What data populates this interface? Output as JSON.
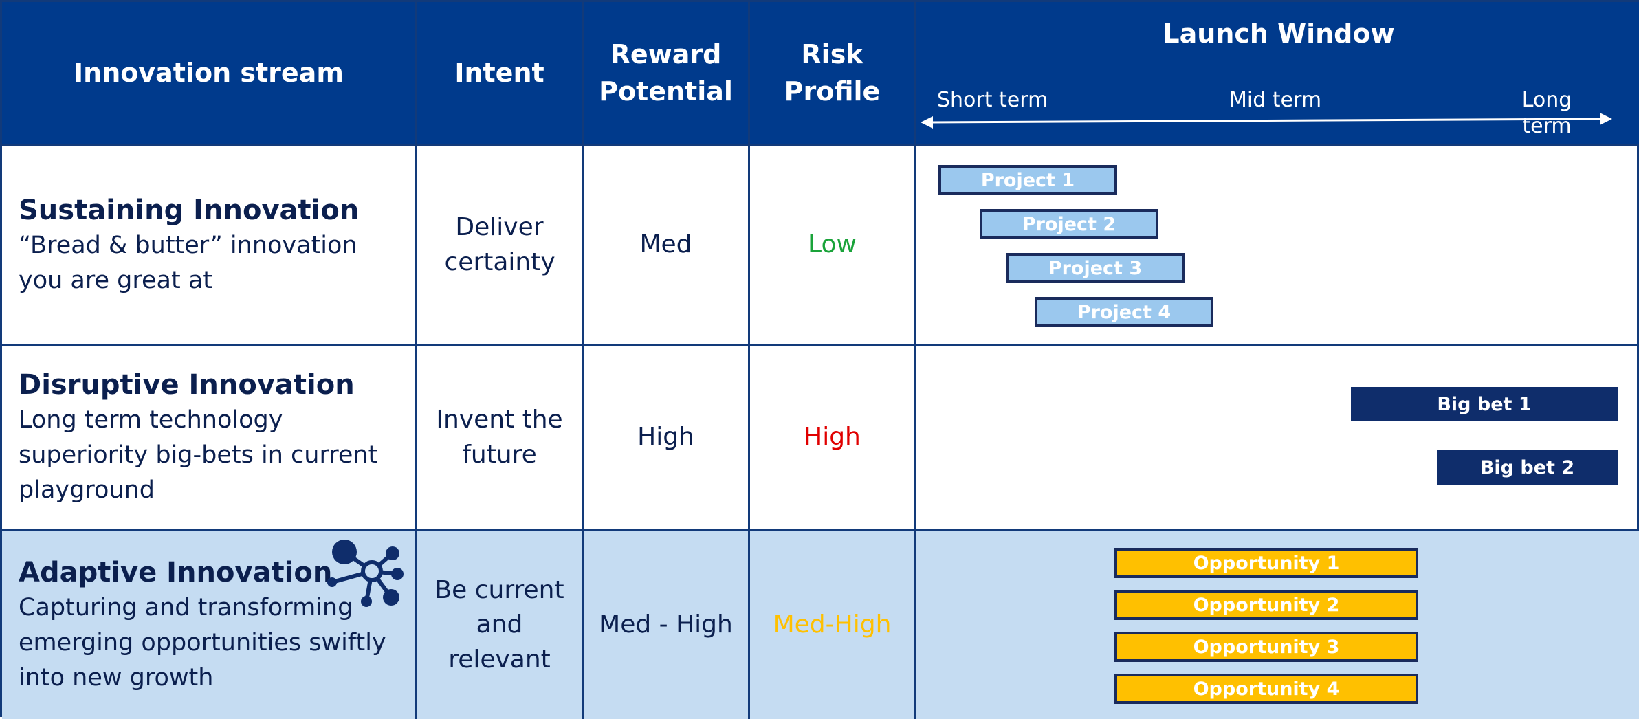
{
  "header": {
    "stream": "Innovation stream",
    "intent": "Intent",
    "reward": "Reward Potential",
    "risk": "Risk Profile",
    "launch": "Launch Window",
    "terms": {
      "short": "Short term",
      "mid": "Mid term",
      "long": "Long term"
    }
  },
  "rows": [
    {
      "name": "Sustaining Innovation",
      "desc": "“Bread & butter” innovation you are great at",
      "intent": "Deliver certainty",
      "reward": "Med",
      "risk": "Low",
      "risk_color": "#1aa33a",
      "bars": [
        "Project 1",
        "Project 2",
        "Project 3",
        "Project 4"
      ]
    },
    {
      "name": "Disruptive Innovation",
      "desc": "Long term technology superiority big-bets in current playground",
      "intent": "Invent the future",
      "reward": "High",
      "risk": "High",
      "risk_color": "#e00000",
      "bars": [
        "Big bet 1",
        "Big bet 2"
      ]
    },
    {
      "name": "Adaptive Innovation",
      "desc": "Capturing and transforming emerging opportunities swiftly into new growth",
      "intent": "Be current and relevant",
      "reward": "Med - High",
      "risk": "Med-High",
      "risk_color": "#ffc000",
      "icon": "network-nodes-icon",
      "bars": [
        "Opportunity 1",
        "Opportunity 2",
        "Opportunity 3",
        "Opportunity 4"
      ]
    }
  ],
  "colors": {
    "header_bg": "#003a8c",
    "text_dark": "#0b1f4e",
    "project_fill": "#9bc8ee",
    "bigbet_fill": "#0f2d6b",
    "opportunity_fill": "#ffc000",
    "adaptive_row_bg": "#c5dcf2"
  }
}
